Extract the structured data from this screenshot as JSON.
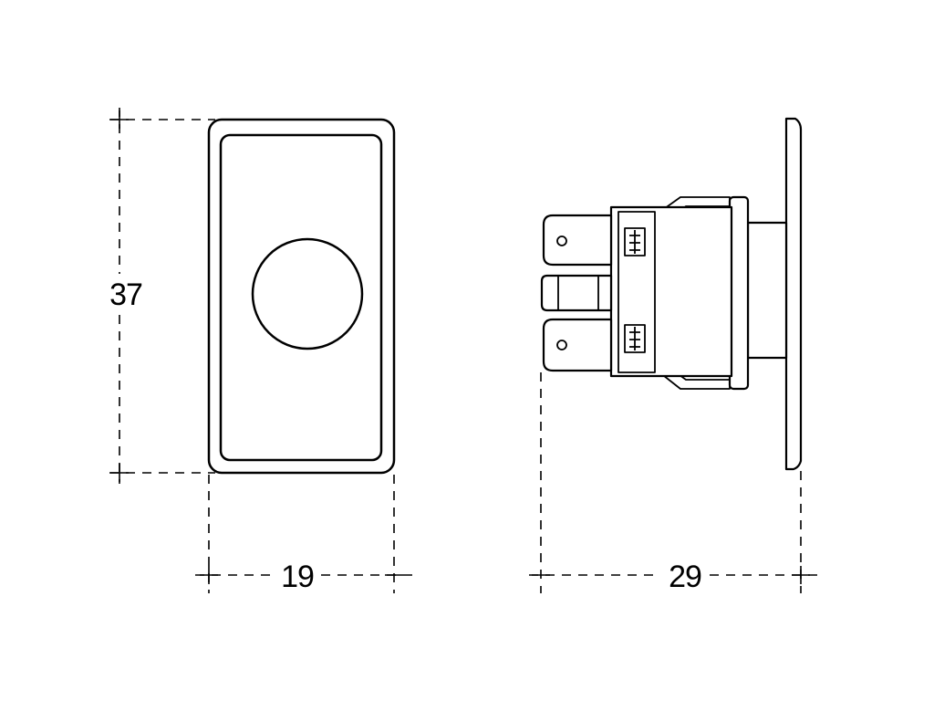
{
  "dimensions": {
    "height": "37",
    "width": "19",
    "depth": "29"
  },
  "colors": {
    "line": "#000000",
    "background": "#ffffff"
  }
}
